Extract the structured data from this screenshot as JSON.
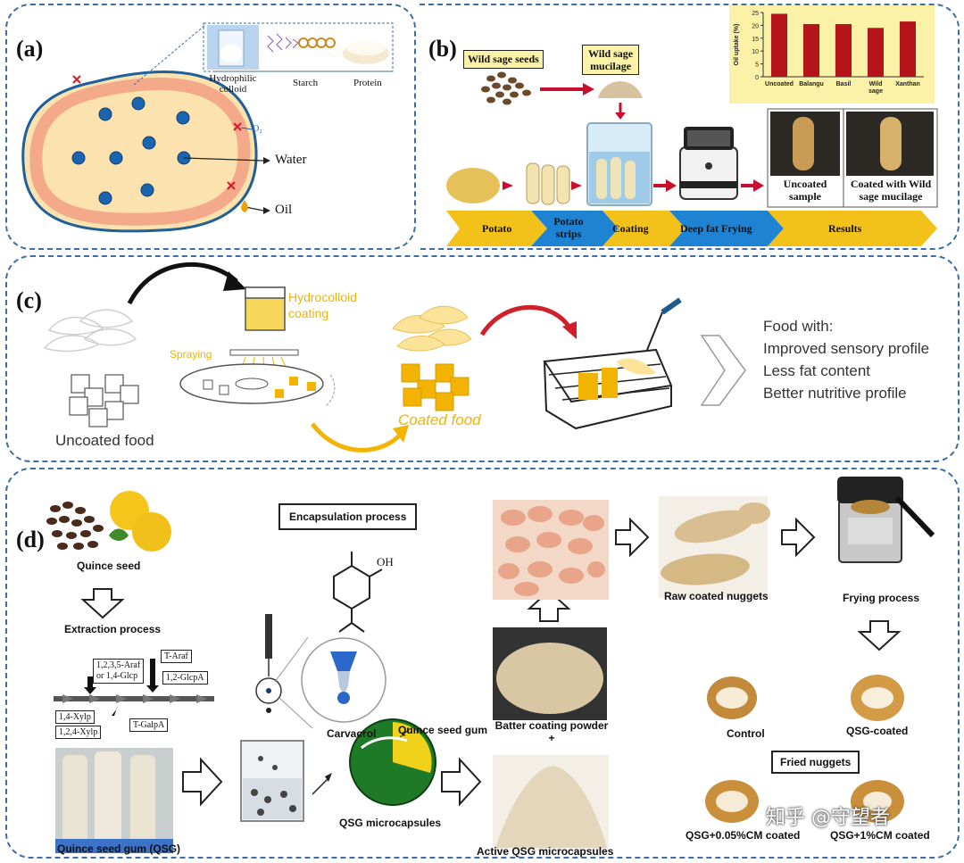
{
  "panel_a": {
    "label": "(a)",
    "hydrocolloid_labels": [
      "Hydrophilic colloid",
      "Starch",
      "Protein"
    ],
    "o2": "O₂",
    "water": "Water",
    "oil": "Oil"
  },
  "panel_b": {
    "label": "(b)",
    "wild_sage_seeds": "Wild sage seeds",
    "wild_sage_mucilage_1": "Wild sage",
    "wild_sage_mucilage_2": "mucilage",
    "steps": [
      "Potato",
      "Potato strips",
      "Coating",
      "Deep fat Frying",
      "Results"
    ],
    "uncoated_sample_1": "Uncoated",
    "uncoated_sample_2": "sample",
    "coated_1": "Coated with Wild",
    "coated_2": "sage mucilage"
  },
  "chart_data": {
    "type": "bar",
    "ylabel": "Oil uptake (%)",
    "categories": [
      "Uncoated",
      "Balangu",
      "Basil",
      "Wild sage",
      "Xanthan"
    ],
    "category_display": [
      "Uncoated",
      "Balangu",
      "Basil",
      "Wild",
      "Xanthan"
    ],
    "category_second_line": [
      "",
      "",
      "",
      "sage",
      ""
    ],
    "values": [
      24.5,
      20.5,
      20.5,
      19,
      21.5
    ],
    "ylim": [
      0,
      25
    ],
    "yticks": [
      "0",
      "5",
      "10",
      "15",
      "20",
      "25"
    ],
    "bar_color": "#b5141b",
    "background": "#fbf2a8"
  },
  "panel_c": {
    "label": "(c)",
    "hydrocolloid_1": "Hydrocolloid",
    "hydrocolloid_2": "coating",
    "spraying": "Spraying",
    "uncoated_food": "Uncoated food",
    "coated_food": "Coated food",
    "food_with": "Food with:",
    "benefits": [
      "Improved sensory profile",
      "Less fat content",
      "Better nutritive profile"
    ],
    "accent": "#f2b400"
  },
  "panel_d": {
    "label": "(d)",
    "quince_seed": "Quince seed",
    "extraction": "Extraction process",
    "sugar_labels": [
      "1,2,3,5-Araf",
      "or 1,4-Glcp",
      "T-Araf",
      "1,2-GlcpA",
      "1,4-Xylp",
      "1,2,4-Xylp",
      "T-GalpA"
    ],
    "qsg": "Quince seed gum (QSG)",
    "encapsulation": "Encapsulation process",
    "oh": "OH",
    "carvacrol": "Carvacrol",
    "quince_seed_gum": "Quince seed gum",
    "qsg_microcapsules": "QSG microcapsules",
    "batter_1": "Batter coating powder",
    "batter_2": "+",
    "active_qsg": "Active QSG microcapsules",
    "raw_nuggets": "Raw coated nuggets",
    "frying": "Frying process",
    "control": "Control",
    "qsg_coated": "QSG-coated",
    "fried_nuggets": "Fried nuggets",
    "qsg_005": "QSG+0.05%CM coated",
    "qsg_1": "QSG+1%CM coated"
  },
  "watermark": "知乎 @守望者"
}
